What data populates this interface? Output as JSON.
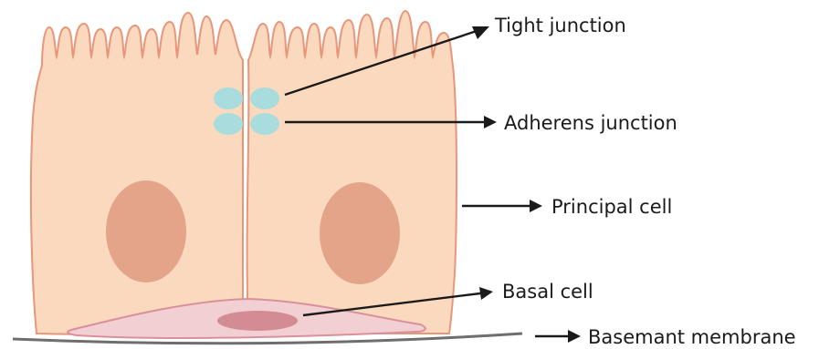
{
  "labels": {
    "tight_junction": "Tight junction",
    "adherens_junction": "Adherens junction",
    "principal_cell": "Principal cell",
    "basal_cell": "Basal cell",
    "basement_membrane": "Basemant membrane"
  },
  "colors": {
    "cell_fill": "#fbd9bf",
    "cell_outline": "#e8967a",
    "nucleus": "#e3a48a",
    "junction": "#a9dcdc",
    "basal_cell_fill": "#f2cfd3",
    "basal_nucleus": "#d38c93",
    "membrane": "#6e6e6e",
    "arrow": "#1a1a1a"
  }
}
